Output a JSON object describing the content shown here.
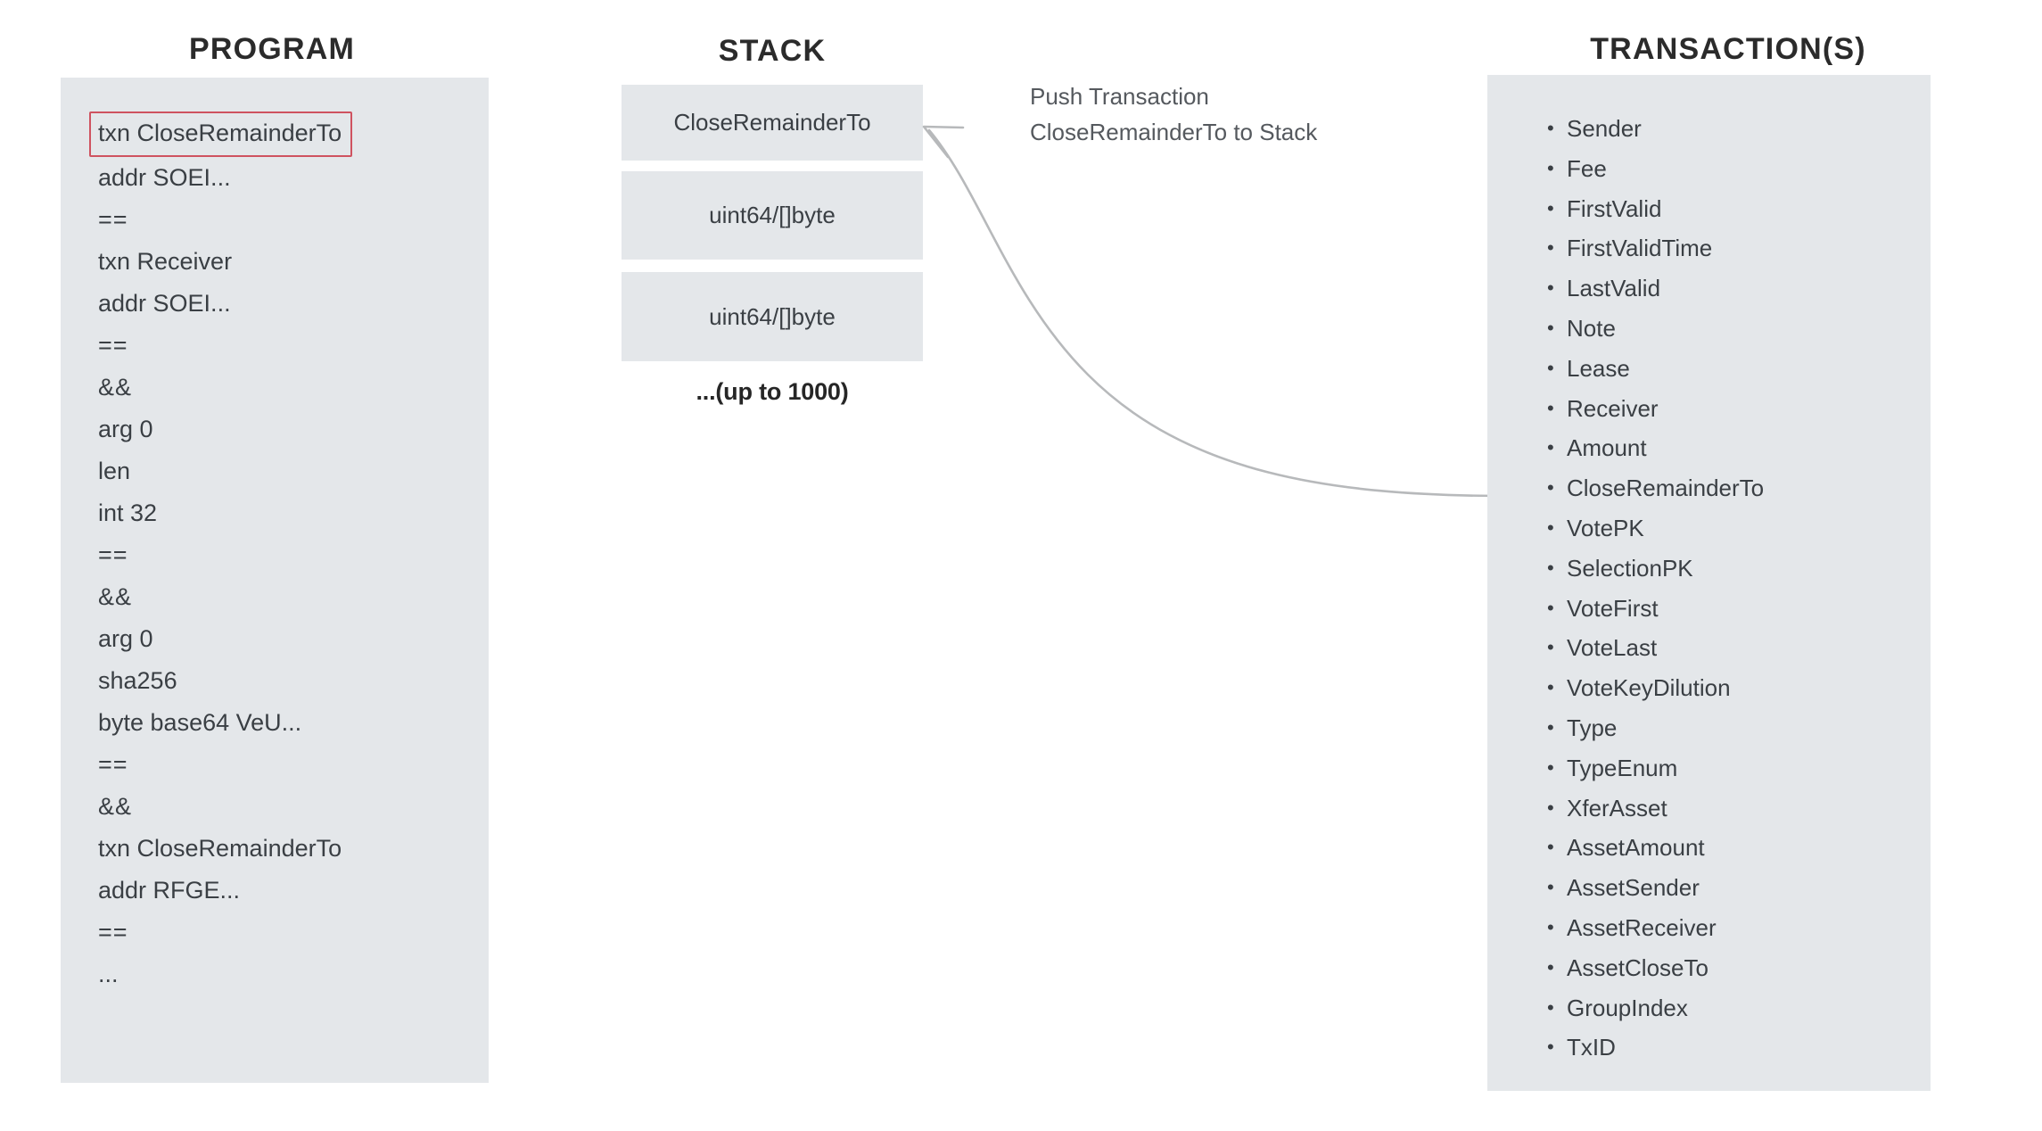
{
  "columns": {
    "program": {
      "title": "PROGRAM",
      "highlight_color": "#cf5360",
      "lines": [
        {
          "text": "txn CloseRemainderTo",
          "highlighted": true
        },
        {
          "text": "addr SOEI...",
          "highlighted": false
        },
        {
          "text": "==",
          "highlighted": false
        },
        {
          "text": "txn Receiver",
          "highlighted": false
        },
        {
          "text": "addr SOEI...",
          "highlighted": false
        },
        {
          "text": "==",
          "highlighted": false
        },
        {
          "text": "&&",
          "highlighted": false
        },
        {
          "text": "arg 0",
          "highlighted": false
        },
        {
          "text": "len",
          "highlighted": false
        },
        {
          "text": "int 32",
          "highlighted": false
        },
        {
          "text": "==",
          "highlighted": false
        },
        {
          "text": "&&",
          "highlighted": false
        },
        {
          "text": "arg 0",
          "highlighted": false
        },
        {
          "text": "sha256",
          "highlighted": false
        },
        {
          "text": "byte base64 VeU...",
          "highlighted": false
        },
        {
          "text": "==",
          "highlighted": false
        },
        {
          "text": "&&",
          "highlighted": false
        },
        {
          "text": "txn CloseRemainderTo",
          "highlighted": false
        },
        {
          "text": "addr RFGE...",
          "highlighted": false
        },
        {
          "text": "==",
          "highlighted": false
        },
        {
          "text": "...",
          "highlighted": false
        }
      ]
    },
    "stack": {
      "title": "STACK",
      "cells": [
        {
          "label": "CloseRemainderTo"
        },
        {
          "label": "uint64/[]byte"
        },
        {
          "label": "uint64/[]byte"
        }
      ],
      "more_label": "...(up to 1000)"
    },
    "transactions": {
      "title": "TRANSACTION(S)",
      "fields": [
        "Sender",
        "Fee",
        "FirstValid",
        "FirstValidTime",
        "LastValid",
        "Note",
        "Lease",
        "Receiver",
        "Amount",
        "CloseRemainderTo",
        "VotePK",
        "SelectionPK",
        "VoteFirst",
        "VoteLast",
        "VoteKeyDilution",
        "Type",
        "TypeEnum",
        "XferAsset",
        "AssetAmount",
        "AssetSender",
        "AssetReceiver",
        "AssetCloseTo",
        "GroupIndex",
        "TxID"
      ]
    }
  },
  "annotation": {
    "line1": "Push Transaction",
    "line2": "CloseRemainderTo to Stack"
  },
  "theme": {
    "panel_background": "#e4e7ea",
    "page_background": "#ffffff",
    "text_color": "#3a3f44",
    "heading_color": "#2b2b2b",
    "arrow_color": "#b7b9bb"
  }
}
